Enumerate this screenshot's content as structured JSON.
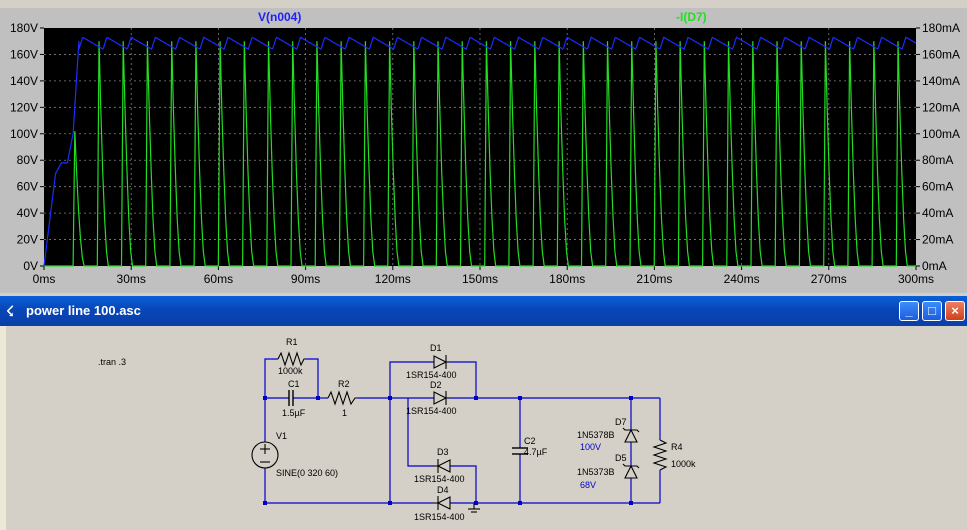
{
  "plot": {
    "trace_voltage": "V(n004)",
    "trace_current": "-I(D7)",
    "colors": {
      "background": "#000000",
      "grid": "#808080",
      "voltage": "#1c2cff",
      "current": "#22dd22",
      "voltage_label": "#2020ff",
      "current_label": "#20e020"
    }
  },
  "chart_data": {
    "type": "line",
    "xlabel": "",
    "x_ticks": [
      "0ms",
      "30ms",
      "60ms",
      "90ms",
      "120ms",
      "150ms",
      "180ms",
      "210ms",
      "240ms",
      "270ms",
      "300ms"
    ],
    "xlim": [
      0,
      300
    ],
    "y_left_ticks": [
      "0V",
      "20V",
      "40V",
      "60V",
      "80V",
      "100V",
      "120V",
      "140V",
      "160V",
      "180V"
    ],
    "ylim_left": [
      0,
      180
    ],
    "y_right_ticks": [
      "0mA",
      "20mA",
      "40mA",
      "60mA",
      "80mA",
      "100mA",
      "120mA",
      "140mA",
      "160mA",
      "180mA"
    ],
    "ylim_right": [
      0,
      180
    ],
    "grid": true,
    "series": [
      {
        "name": "V(n004)",
        "axis": "left",
        "ripple_period_ms": 8.33,
        "ripple_max": 173,
        "ripple_min": 164,
        "startup": [
          [
            0,
            0
          ],
          [
            4,
            70
          ],
          [
            6,
            78
          ],
          [
            8,
            78
          ],
          [
            10,
            100
          ],
          [
            12,
            170
          ]
        ]
      },
      {
        "name": "-I(D7)",
        "axis": "right",
        "pulse_period_ms": 8.33,
        "pulse_peak": 170,
        "first_pulse_peak": 102
      }
    ]
  },
  "schematic": {
    "title": "power line 100.asc",
    "directive": ".tran .3",
    "components": {
      "r1": {
        "ref": "R1",
        "value": "1000k"
      },
      "c1": {
        "ref": "C1",
        "value": "1.5µF"
      },
      "r2": {
        "ref": "R2",
        "value": "1"
      },
      "v1": {
        "ref": "V1",
        "value": "SINE(0 320 60)"
      },
      "d1": {
        "ref": "D1",
        "value": "1SR154-400"
      },
      "d2": {
        "ref": "D2",
        "value": "1SR154-400"
      },
      "d3": {
        "ref": "D3",
        "value": "1SR154-400"
      },
      "d4": {
        "ref": "D4",
        "value": "1SR154-400"
      },
      "c2": {
        "ref": "C2",
        "value": "4.7µF"
      },
      "d7": {
        "ref": "D7",
        "value": "1N5378B",
        "voltage": "100V"
      },
      "d5": {
        "ref": "D5",
        "value": "1N5373B",
        "voltage": "68V"
      },
      "r4": {
        "ref": "R4",
        "value": "1000k"
      }
    }
  },
  "window_buttons": {
    "minimize": "_",
    "maximize": "□",
    "close": "×"
  }
}
